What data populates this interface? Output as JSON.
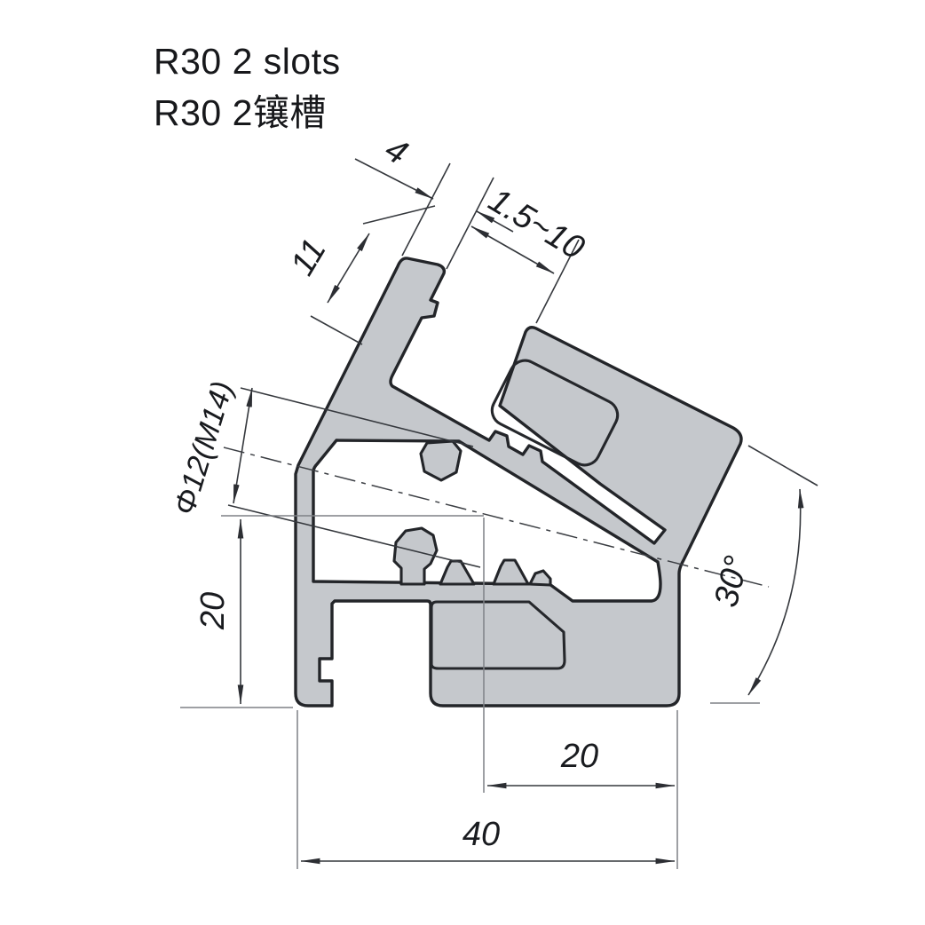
{
  "title": {
    "line1": "R30 2 slots",
    "line2": "R30 2镶槽"
  },
  "dimensions": {
    "lip_thickness": "4",
    "panel_range": "1.5~10",
    "slot_depth": "11",
    "hole": "Φ12(M14)",
    "height_left": "20",
    "angle": "30°",
    "width_inner": "20",
    "width_total": "40"
  },
  "colors": {
    "profile_fill": "#c5c8cc",
    "outline": "#232529",
    "background": "#ffffff"
  }
}
